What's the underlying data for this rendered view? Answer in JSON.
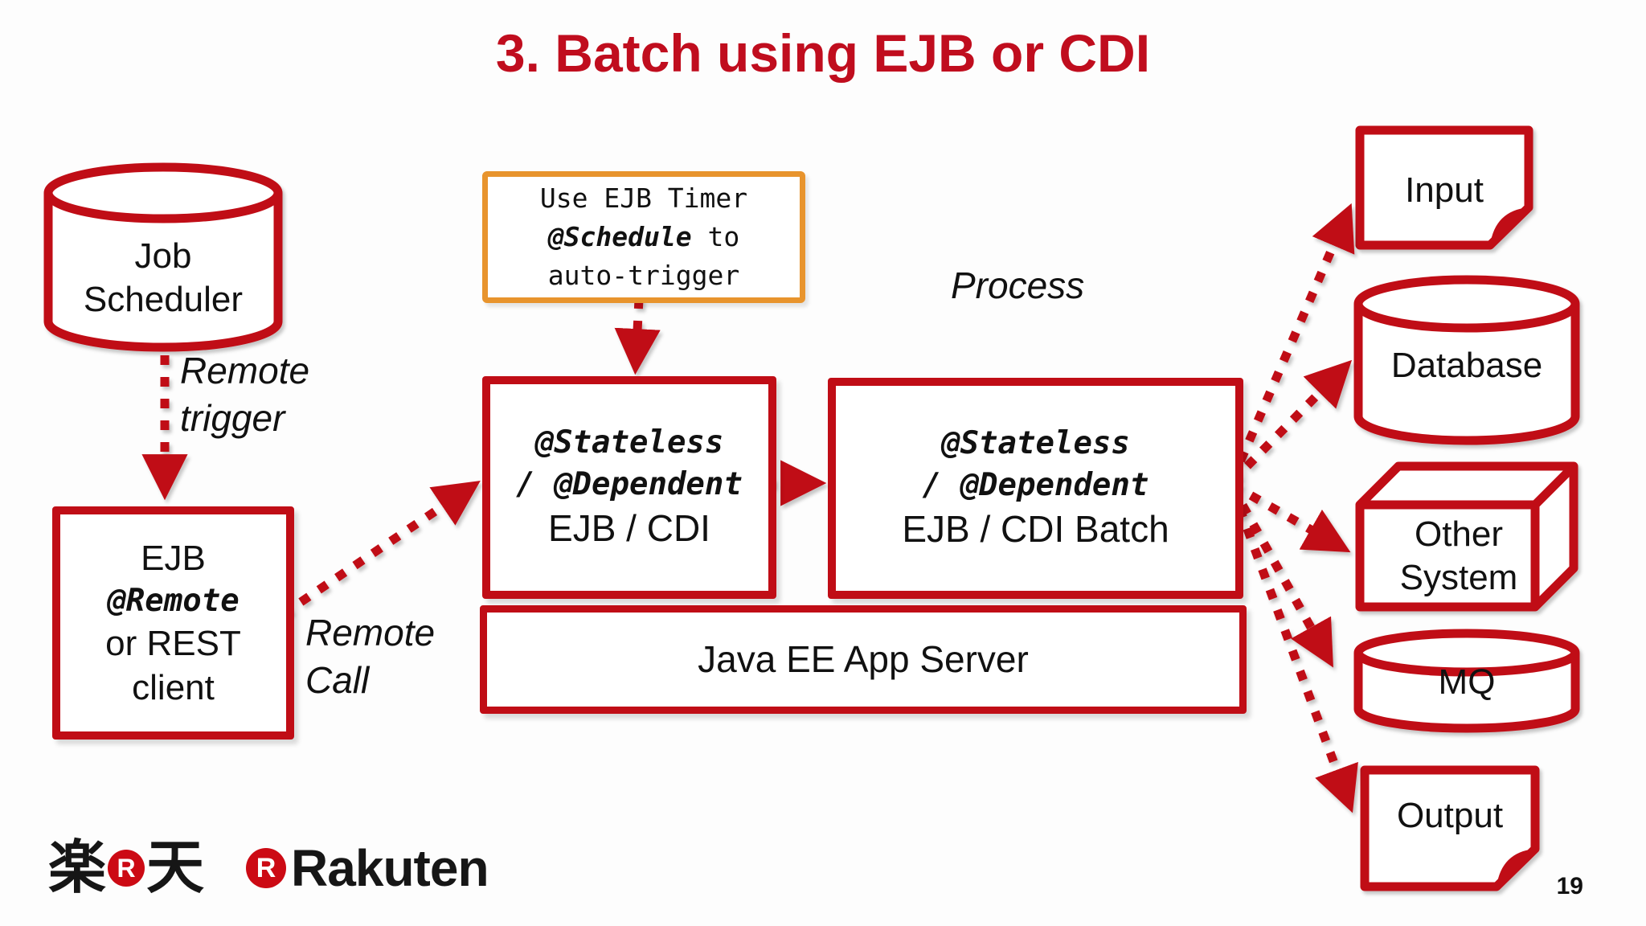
{
  "title": "3. Batch using EJB or CDI",
  "page_number": "19",
  "colors": {
    "red": "#c00d16",
    "orange": "#e8942d",
    "title_red": "#c00d1e"
  },
  "labels": {
    "remote_trigger": {
      "line1": "Remote",
      "line2": "trigger"
    },
    "remote_call": {
      "line1": "Remote",
      "line2": "Call"
    },
    "process": "Process"
  },
  "nodes": {
    "job_scheduler": {
      "line1": "Job",
      "line2": "Scheduler"
    },
    "ejb_client": {
      "line1": "EJB",
      "line2": "@Remote",
      "line3": "or REST",
      "line4": "client"
    },
    "timer_note": {
      "line1": "Use EJB Timer",
      "line2_annotation": "@Schedule",
      "line2_suffix": " to",
      "line3": "auto-trigger"
    },
    "ejb_cdi": {
      "line1": "@Stateless",
      "line2": "/ @Dependent",
      "line3": "EJB / CDI"
    },
    "ejb_cdi_batch": {
      "line1": "@Stateless",
      "line2": "/ @Dependent",
      "line3": "EJB / CDI Batch"
    },
    "app_server": {
      "label": "Java EE App Server"
    },
    "input": {
      "label": "Input"
    },
    "database": {
      "label": "Database"
    },
    "other_system": {
      "line1": "Other",
      "line2": "System"
    },
    "mq": {
      "label": "MQ"
    },
    "output": {
      "label": "Output"
    }
  },
  "footer": {
    "rakuten_jp_left": "楽",
    "rakuten_jp_right": "天",
    "rakuten_r": "R",
    "rakuten_en": "Rakuten"
  }
}
